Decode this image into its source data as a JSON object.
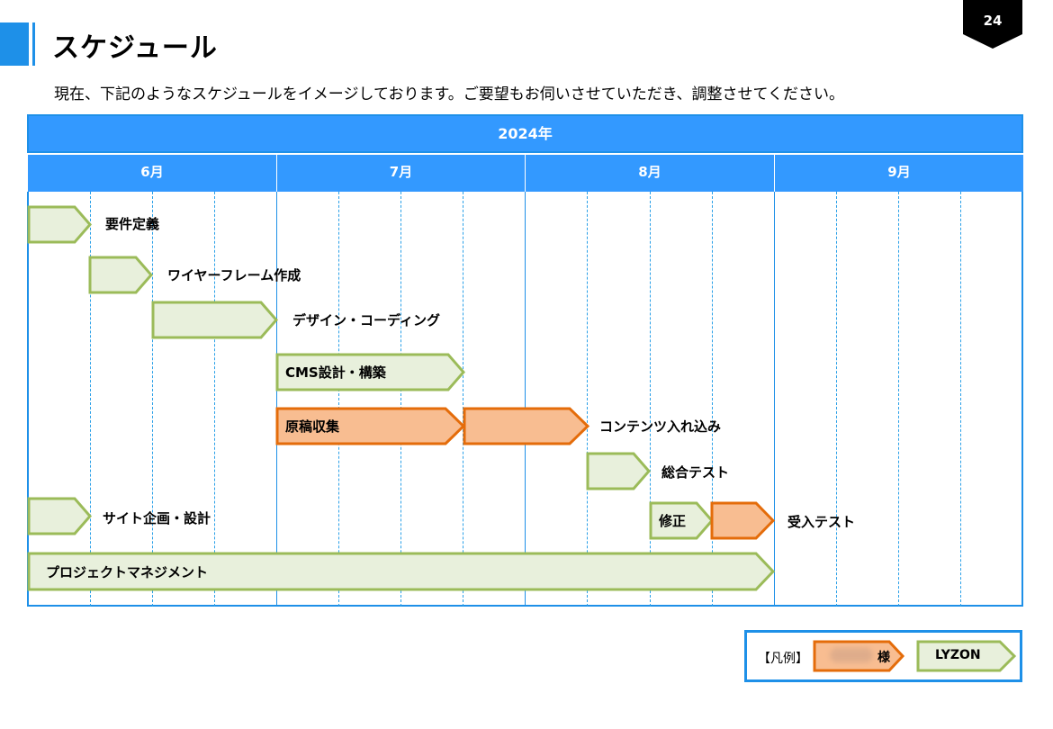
{
  "page": {
    "title": "スケジュール",
    "page_number": "24",
    "subtitle": "現在、下記のようなスケジュールをイメージしております。ご要望もお伺いさせていただき、調整させてください。"
  },
  "header": {
    "year": "2024年",
    "months": [
      "6月",
      "7月",
      "8月",
      "9月"
    ]
  },
  "tasks": {
    "requirements": "要件定義",
    "wireframe": "ワイヤーフレーム作成",
    "design_coding": "デザイン・コーディング",
    "cms": "CMS設計・構築",
    "manuscript": "原稿収集",
    "content_entry": "コンテンツ入れ込み",
    "integration_test": "総合テスト",
    "site_planning": "サイト企画・設計",
    "fix": "修正",
    "acceptance_test": "受入テスト",
    "project_management": "プロジェクトマネジメント"
  },
  "legend": {
    "title": "【凡例】",
    "client_suffix": "様",
    "vendor": "LYZON"
  },
  "colors": {
    "accent": "#1e90e8",
    "header_fill": "#3399ff",
    "vendor_fill": "#e8f0dc",
    "vendor_stroke": "#9bbb59",
    "client_fill": "#f8bd91",
    "client_stroke": "#e46c0a"
  }
}
